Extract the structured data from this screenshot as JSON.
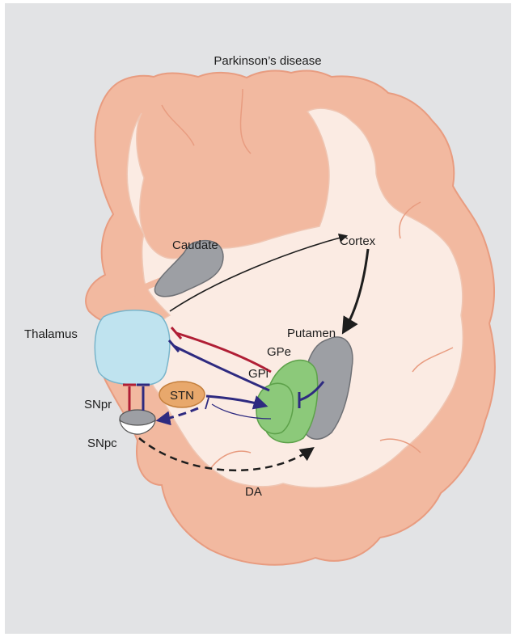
{
  "title": "Parkinson’s disease",
  "labels": {
    "cortex": "Cortex",
    "caudate": "Caudate",
    "thalamus": "Thalamus",
    "putamen": "Putamen",
    "gpe": "GPe",
    "gpi": "GPi",
    "stn": "STN",
    "snpr": "SNpr",
    "snpc": "SNpc",
    "da": "DA"
  },
  "colors": {
    "background": "#e2e3e5",
    "cortex_fill": "#f2b9a0",
    "white_matter": "#fbebe3",
    "thalamus": "#bfe3ef",
    "caudate_putamen": "#9d9fa4",
    "globus_pallidus": "#8cc97a",
    "stn": "#e8a86c",
    "excitatory_pathway": "#2e2a80",
    "inhibitory_pathway": "#b01e35"
  }
}
